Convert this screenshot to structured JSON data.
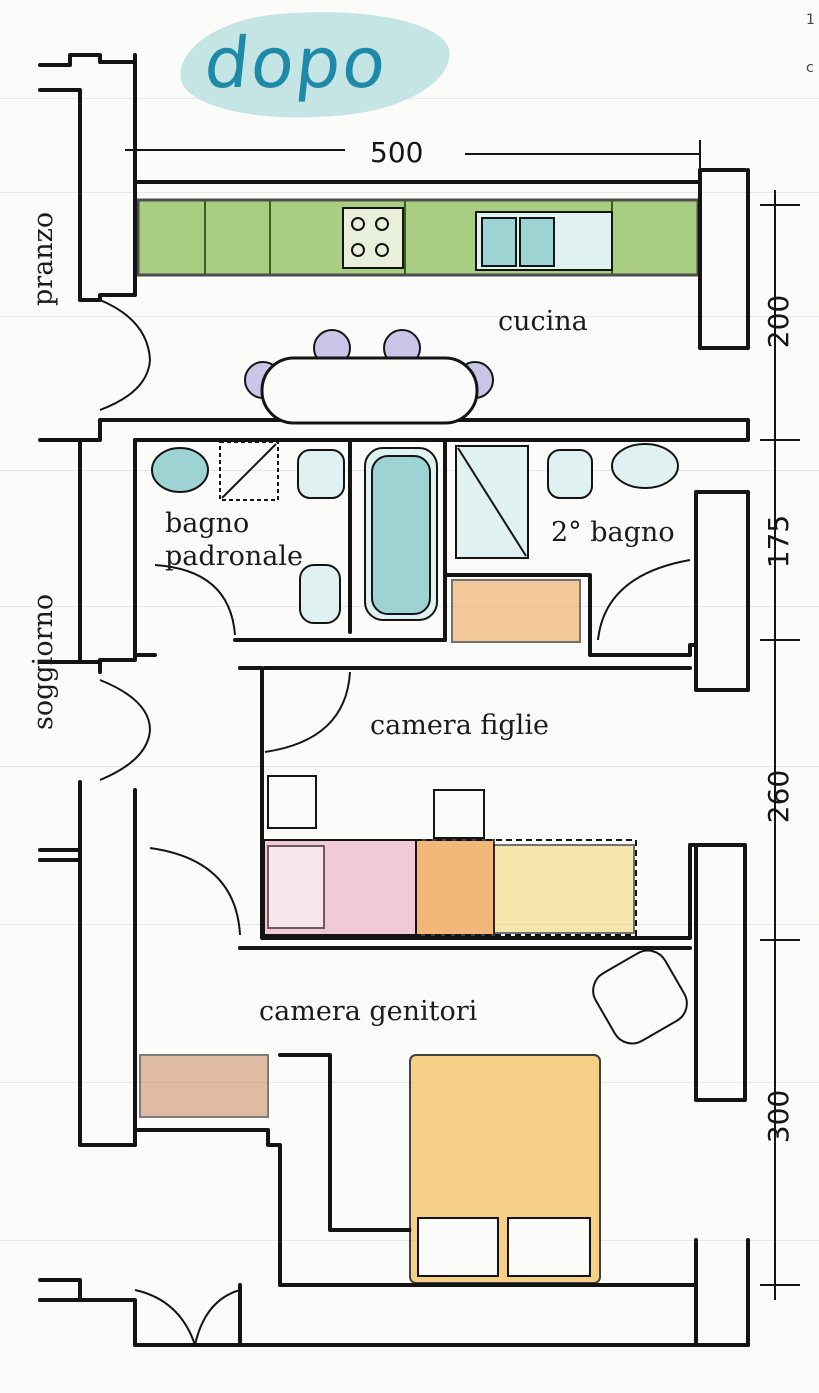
{
  "title": "dopo",
  "overall_width": "500",
  "rooms": {
    "pranzo": "pranzo",
    "cucina": "cucina",
    "bagno_padronale_line1": "bagno",
    "bagno_padronale_line2": "padronale",
    "secondo_bagno": "2° bagno",
    "soggiorno": "soggiorno",
    "camera_figlie": "camera figlie",
    "camera_genitori": "camera genitori"
  },
  "dimensions": {
    "cucina": "200",
    "bagni": "175",
    "camera_figlie": "260",
    "camera_genitori": "300"
  },
  "edge_marks": [
    "1",
    "c"
  ],
  "colors": {
    "wall": "#141414",
    "kitchen_counter": "#8fbf5a",
    "fixture": "#7fc7c7",
    "title": "#1f8aa8",
    "title_splash": "#bfe2e2",
    "wardrobe_orange": "#f1a85a",
    "bed_pink": "#f2c9d6",
    "bed_yellow": "#f4c66a",
    "chair": "#c9c6e8"
  }
}
